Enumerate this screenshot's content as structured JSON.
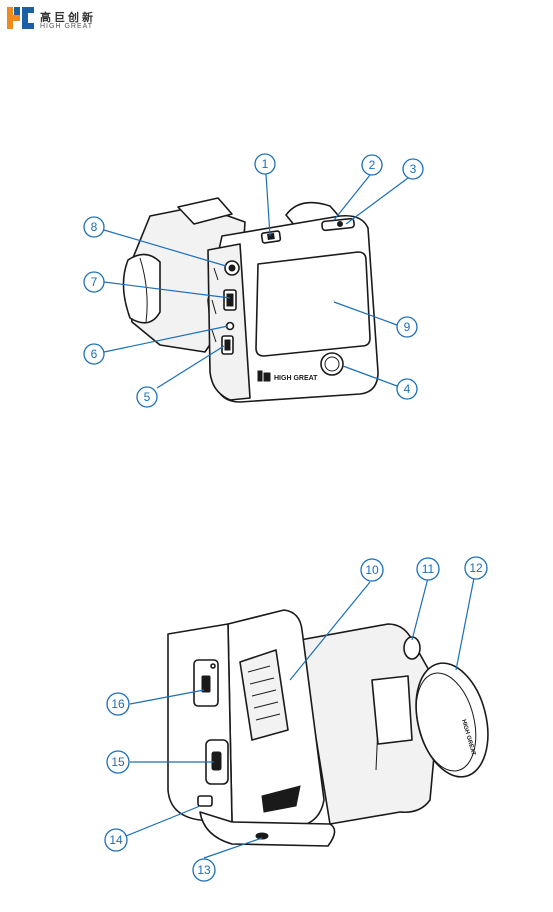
{
  "logo": {
    "cn": "高巨创新",
    "en": "HIGH GREAT",
    "colors": {
      "orange": "#f08a1c",
      "blue": "#1b5fa8"
    }
  },
  "brand_on_device": "HIGH GREAT",
  "accent": "#1b6fb8",
  "callouts_top": [
    "1",
    "2",
    "3",
    "4",
    "5",
    "6",
    "7",
    "8",
    "9"
  ],
  "callouts_bottom": [
    "10",
    "11",
    "12",
    "13",
    "14",
    "15",
    "16"
  ]
}
